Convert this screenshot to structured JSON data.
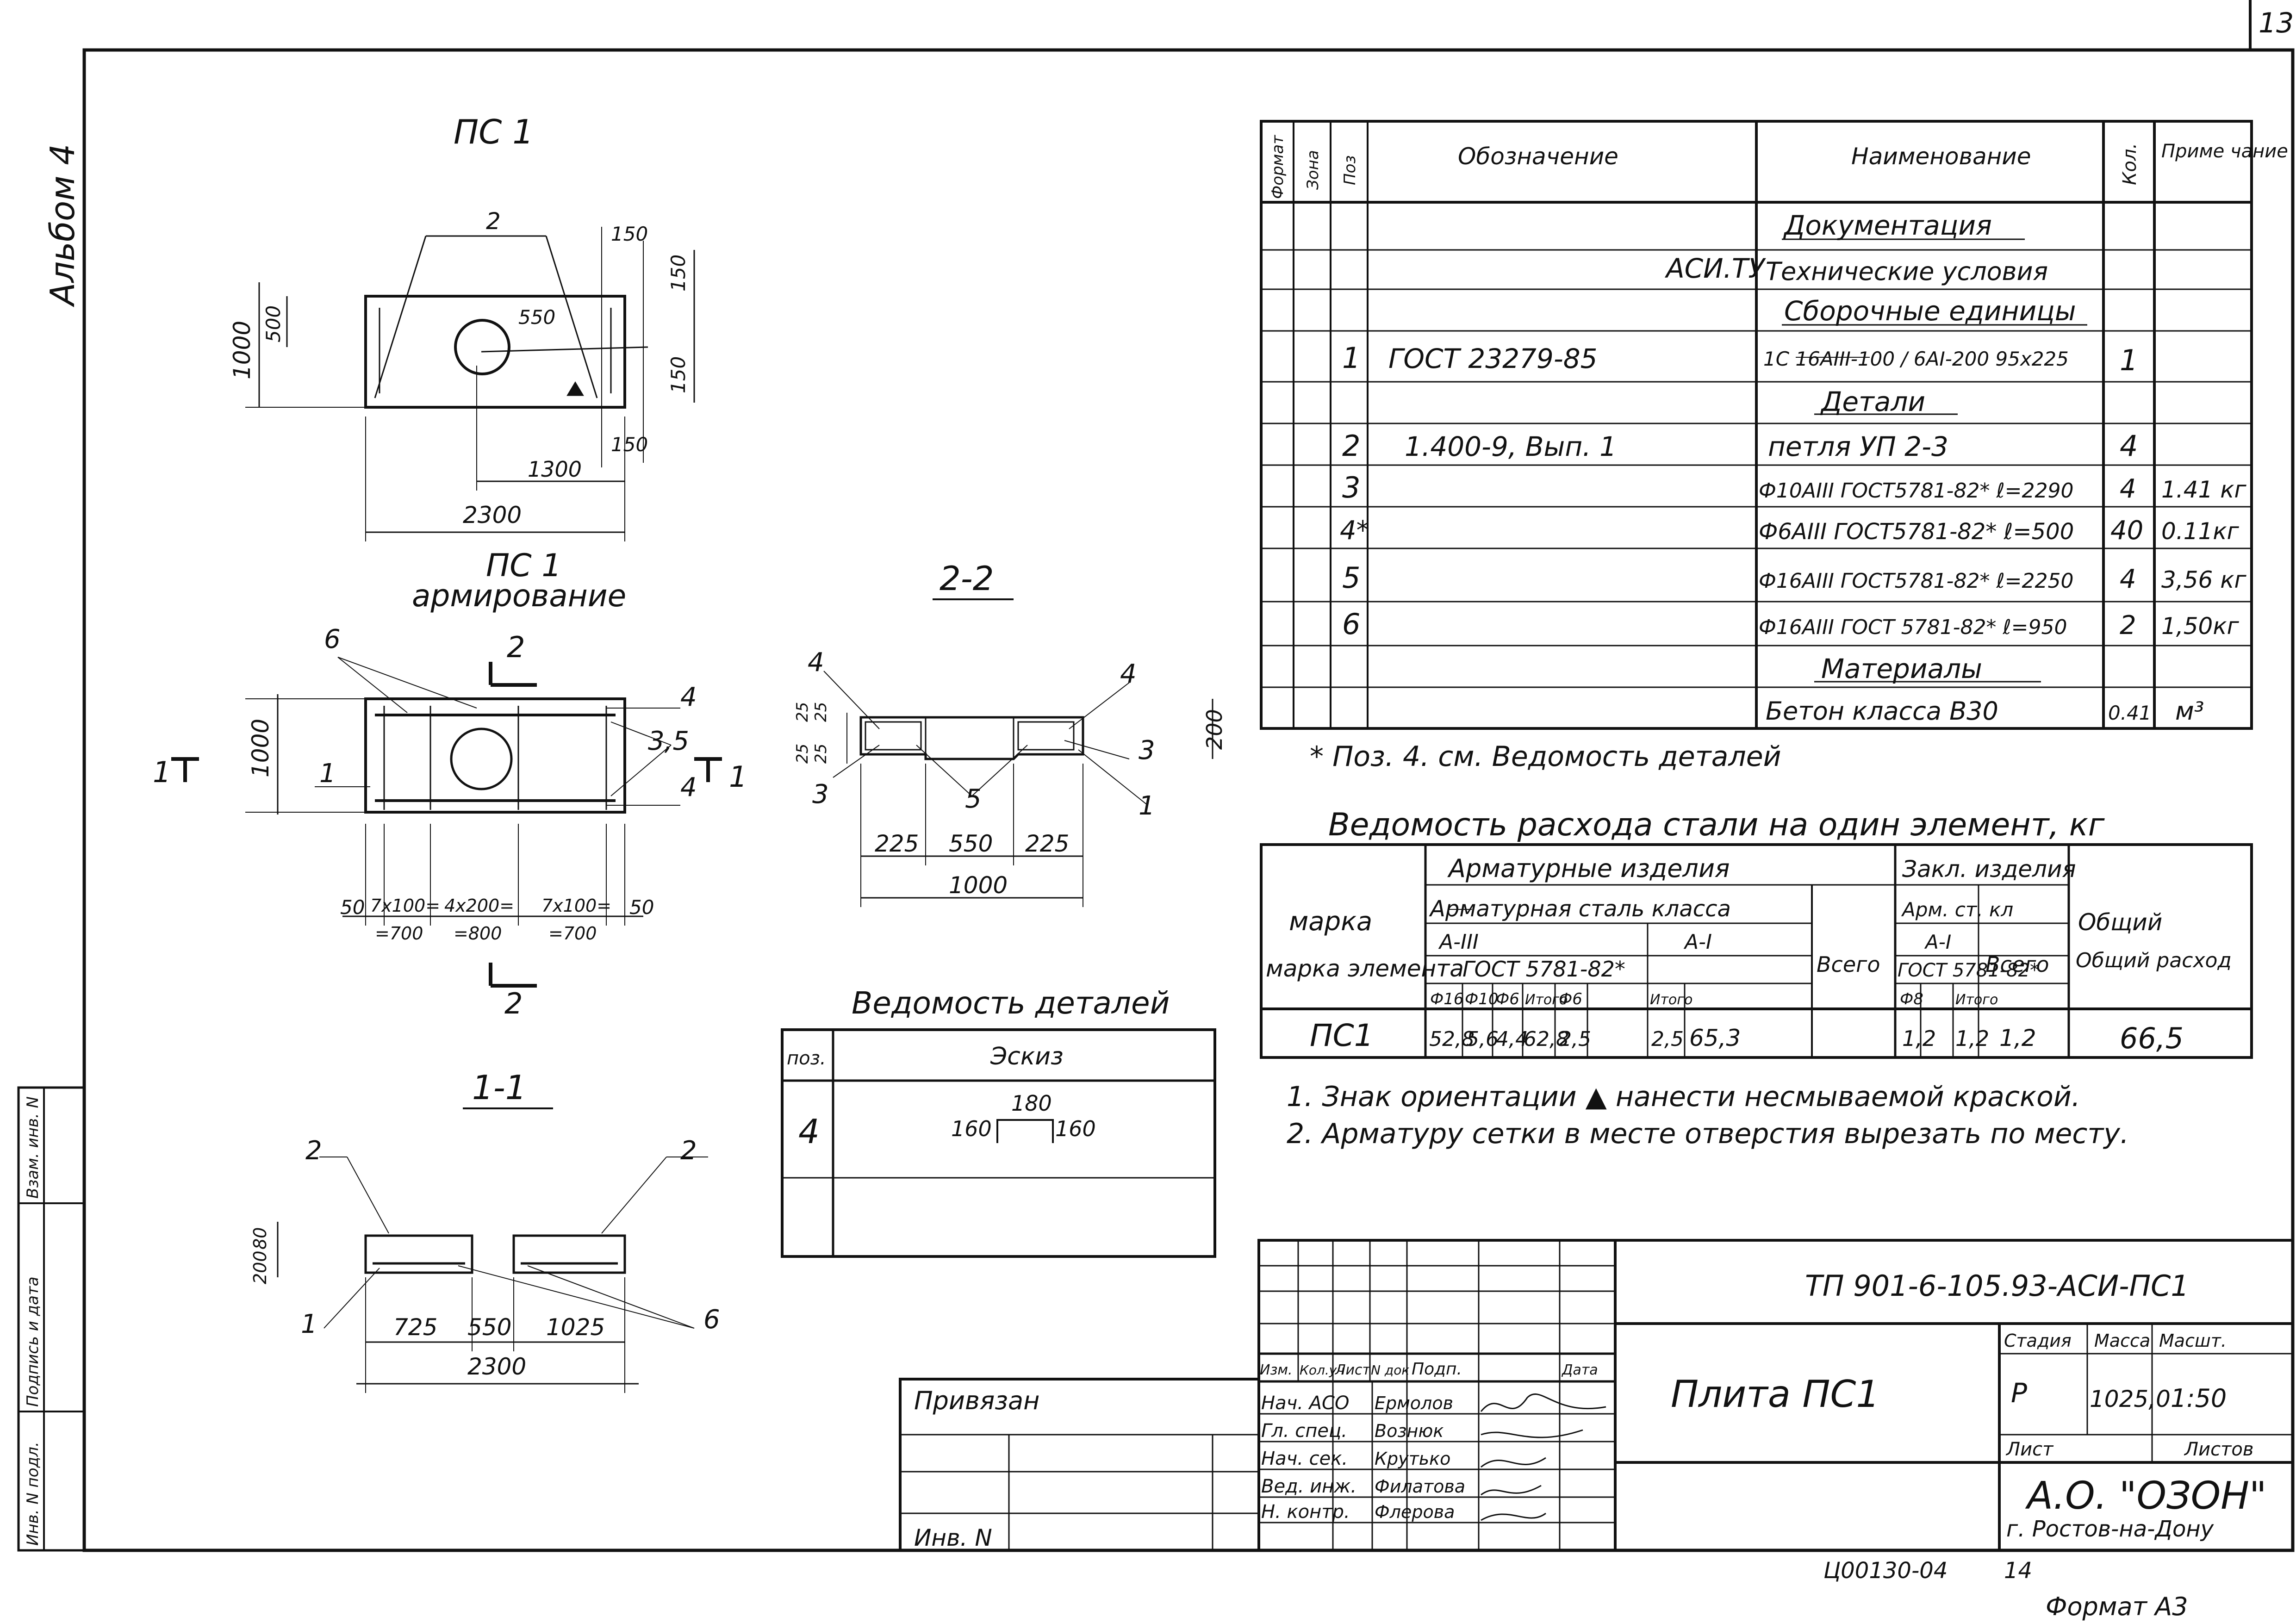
{
  "sheet": {
    "page_number": "13",
    "album": "Альбом 4",
    "format": "Формат А3",
    "archive_no": "Ц00130-04",
    "archive_sheet": "14"
  },
  "views": {
    "plan_title": "ПС 1",
    "plan_dims": [
      "2",
      "150",
      "150",
      "150",
      "150",
      "1000",
      "500",
      "550",
      "1300",
      "2300"
    ],
    "reinf_title_1": "ПС 1",
    "reinf_title_2": "армирование",
    "reinf_labels": [
      "6",
      "2",
      "1",
      "1",
      "4",
      "3,5",
      "4",
      "1",
      "1",
      "2"
    ],
    "reinf_dims": [
      "1000",
      "50",
      "7x100=",
      "=700",
      "4x200=",
      "=800",
      "7x100=",
      "=700",
      "50"
    ],
    "section_22_title": "2-2",
    "section_22_labels": [
      "4",
      "4",
      "3",
      "3",
      "5",
      "1",
      "25",
      "25",
      "25",
      "25",
      "200"
    ],
    "section_22_dims": [
      "225",
      "550",
      "225",
      "1000"
    ],
    "section_11_title": "1-1",
    "section_11_labels": [
      "2",
      "2",
      "1",
      "6"
    ],
    "section_11_dims": [
      "200",
      "80",
      "725",
      "550",
      "1025",
      "2300"
    ]
  },
  "spec_table": {
    "headers": [
      "Формат",
      "Зона",
      "Поз",
      "Обозначение",
      "Наименование",
      "Кол.",
      "Приме чание"
    ],
    "rows": [
      {
        "pos": "",
        "designation": "",
        "name": "Документация",
        "qty": "",
        "note": ""
      },
      {
        "pos": "",
        "designation": "АСИ.ТУ",
        "name": "Технические условия",
        "qty": "",
        "note": ""
      },
      {
        "pos": "",
        "designation": "",
        "name": "Сборочные единицы",
        "qty": "",
        "note": ""
      },
      {
        "pos": "1",
        "designation": "ГОСТ 23279-85",
        "name": "1С 16АIII-100 / 6АI-200 95x225",
        "qty": "1",
        "note": ""
      },
      {
        "pos": "",
        "designation": "",
        "name": "Детали",
        "qty": "",
        "note": ""
      },
      {
        "pos": "2",
        "designation": "1.400-9, Вып. 1",
        "name": "петля УП 2-3",
        "qty": "4",
        "note": ""
      },
      {
        "pos": "3",
        "designation": "",
        "name": "Ф10АIII ГОСТ5781-82* ℓ=2290",
        "qty": "4",
        "note": "1.41 кг"
      },
      {
        "pos": "4*",
        "designation": "",
        "name": "Ф6АIII ГОСТ5781-82* ℓ=500",
        "qty": "40",
        "note": "0.11кг"
      },
      {
        "pos": "5",
        "designation": "",
        "name": "Ф16АIII ГОСТ5781-82* ℓ=2250",
        "qty": "4",
        "note": "3,56 кг"
      },
      {
        "pos": "6",
        "designation": "",
        "name": "Ф16АIII ГОСТ 5781-82* ℓ=950",
        "qty": "2",
        "note": "1,50кг"
      },
      {
        "pos": "",
        "designation": "",
        "name": "Материалы",
        "qty": "",
        "note": ""
      },
      {
        "pos": "",
        "designation": "",
        "name": "Бетон класса В30",
        "qty": "0.41",
        "note": "м³"
      }
    ],
    "footnote": "* Поз. 4. см. Ведомость деталей"
  },
  "steel_table": {
    "title": "Ведомость расхода стали на один элемент, кг",
    "h_mark": "марка элемента",
    "h_arm_products": "Арматурные изделия",
    "h_arm_steel": "Арматурная сталь класса",
    "h_a3": "А-III",
    "h_a1": "А-I",
    "h_gost": "ГОСТ 5781-82*",
    "h_total": "Всего",
    "h_embedded": "Закл. изделия",
    "h_arm_st": "Арм. ст. кл",
    "h_emb_a1": "А-I",
    "h_emb_gost": "ГОСТ 5781-82*",
    "h_emb_total": "Всего",
    "h_grand": "Общий расход",
    "cols": [
      "Ф16",
      "Ф10",
      "Ф6",
      "Итого",
      "Ф6",
      "",
      "Итого",
      "",
      "Ф8",
      "",
      "Итого"
    ],
    "row": {
      "mark": "ПС1",
      "values": [
        "52,8",
        "5,6",
        "4,4",
        "62,8",
        "2,5",
        "",
        "2,5",
        "65,3",
        "1,2",
        "",
        "1,2",
        "1,2",
        "66,5"
      ]
    }
  },
  "details_table": {
    "title": "Ведомость деталей",
    "h_pos": "поз.",
    "h_sketch": "Эскиз",
    "pos": "4",
    "sketch_dims": [
      "160",
      "180",
      "160"
    ]
  },
  "notes": [
    "1. Знак ориентации ▲ нанести несмываемой краской.",
    "2. Арматуру сетки в месте отверстия вырезать по месту."
  ],
  "title_block": {
    "doc_code": "ТП 901-6-105.93-АСИ-ПС1",
    "name": "Плита ПС1",
    "stage_h": "Стадия",
    "mass_h": "Масса",
    "scale_h": "Масшт.",
    "stage": "Р",
    "mass": "1025,0",
    "scale": "1:50",
    "sheet_h": "Лист",
    "sheets_h": "Листов",
    "org": "А.О. \"ОЗОН\"",
    "city": "г. Ростов-на-Дону",
    "col_heads": [
      "Изм.",
      "Кол.уч",
      "Лист",
      "N док",
      "Подп.",
      "Дата"
    ],
    "staff": [
      {
        "role": "Нач. АСО",
        "name": "Ермолов"
      },
      {
        "role": "Гл. спец.",
        "name": "Вознюк"
      },
      {
        "role": "Нач. сек.",
        "name": "Крутько"
      },
      {
        "role": "Вед. инж.",
        "name": "Филатова"
      },
      {
        "role": "Н. контр.",
        "name": "Флерова"
      }
    ]
  },
  "binding_block": {
    "label": "Привязан",
    "inv": "Инв. N"
  },
  "side_stamp": [
    "Инв. N подл.",
    "Подпись и дата",
    "Взам. инв. N"
  ]
}
